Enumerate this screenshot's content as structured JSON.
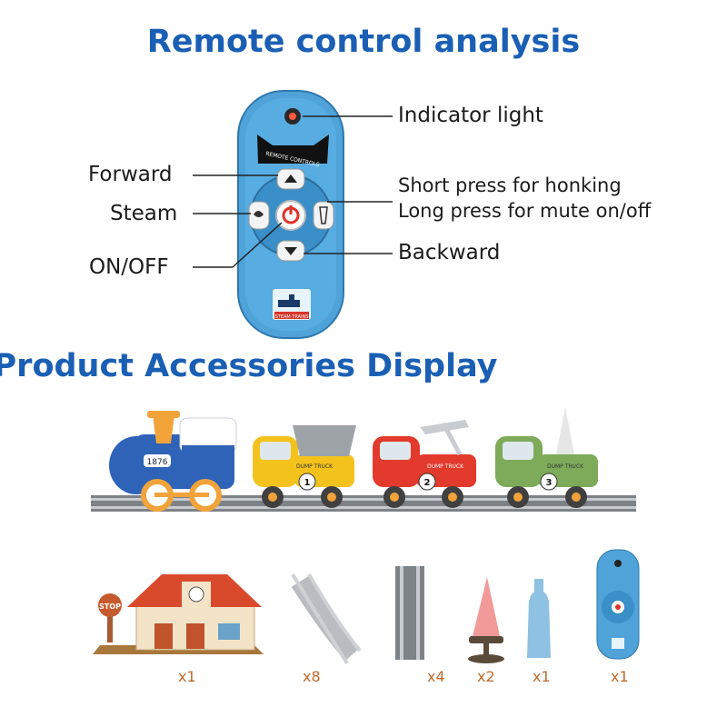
{
  "titles": {
    "remote": "Remote control analysis",
    "accessories": "Product Accessories Display"
  },
  "remote": {
    "labels": {
      "indicator": "Indicator light",
      "forward": "Forward",
      "steam": "Steam",
      "onoff": "ON/OFF",
      "honk_line1": "Short press for honking",
      "honk_line2": "Long press for mute on/off",
      "backward": "Backward"
    },
    "brand_band": "REMOTE CONTROLS",
    "badge": "STEAM TRAINS"
  },
  "train": {
    "engine_number": "1876",
    "car_labels": [
      "DUMP TRUCK",
      "DUMP TRUCK",
      "DUMP TRUCK"
    ],
    "car_numbers": [
      "1",
      "2",
      "3"
    ]
  },
  "accessories": {
    "station_sign": "STOP",
    "quantities": [
      "x1",
      "x8",
      "x4",
      "x2",
      "x1",
      "x1"
    ]
  },
  "colors": {
    "title": "#1a5fb4",
    "remote_body": "#4fa3d9",
    "engine": "#2e63b8",
    "car_yellow": "#f4c21c",
    "car_red": "#e23a2c",
    "car_green": "#7dab5a",
    "track": "#8a8f94",
    "quantity": "#c06a2a"
  }
}
